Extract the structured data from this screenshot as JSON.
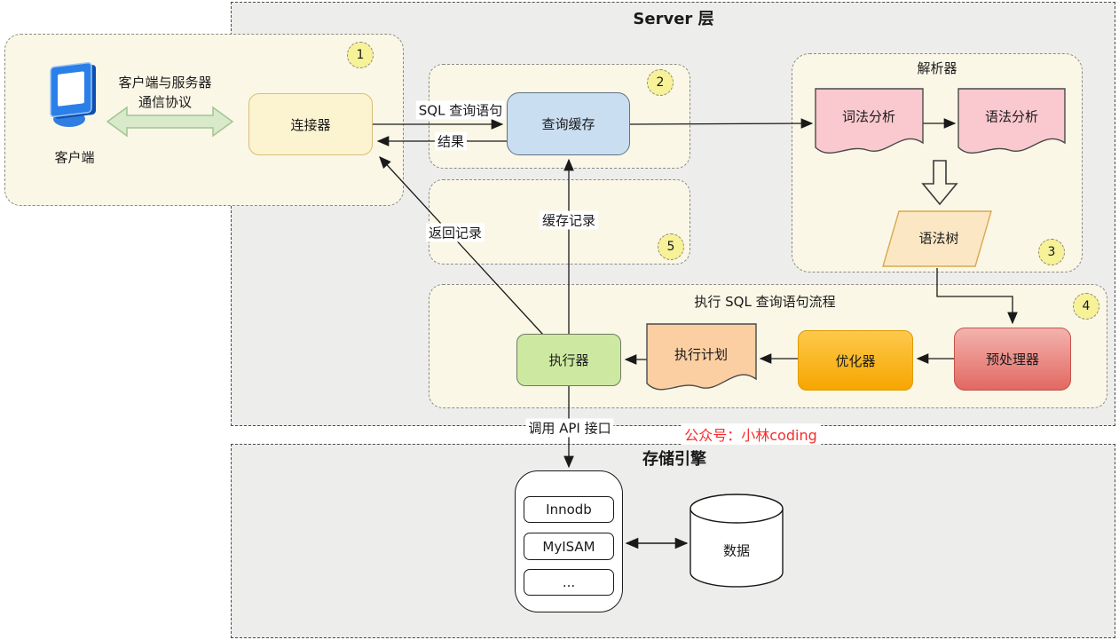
{
  "server_layer": {
    "title": "Server 层"
  },
  "storage_layer": {
    "title": "存储引擎"
  },
  "watermark": "公众号：小林coding",
  "badges": [
    "1",
    "2",
    "3",
    "4",
    "5"
  ],
  "client_group": {
    "client_label": "客户端",
    "protocol_line1": "客户端与服务器",
    "protocol_line2": "通信协议",
    "connector": "连接器"
  },
  "query_cache_group": {
    "node": "查询缓存"
  },
  "parser_group": {
    "title": "解析器",
    "lexical": "词法分析",
    "syntax": "语法分析",
    "syntax_tree": "语法树"
  },
  "exec_flow_group": {
    "title": "执行 SQL 查询语句流程",
    "executor": "执行器",
    "exec_plan": "执行计划",
    "optimizer": "优化器",
    "preprocessor": "预处理器"
  },
  "edge_labels": {
    "sql_query": "SQL 查询语句",
    "result": "结果",
    "return_record": "返回记录",
    "cache_record": "缓存记录",
    "api_call": "调用 API 接口"
  },
  "storage": {
    "engines": [
      "Innodb",
      "MyISAM",
      "..."
    ],
    "data": "数据"
  },
  "colors": {
    "container_fill": "#ededec",
    "group_fill": "#faf7e6",
    "connector_fill": "#fcf3d0",
    "query_cache_fill": "#cadef2",
    "document_pink": "#f9c9cf",
    "syntax_tree_fill": "#fbe7c4",
    "executor_fill": "#cde9a1",
    "exec_plan_fill": "#fbcfa2",
    "optimizer_top": "#fdc94c",
    "optimizer_bottom": "#f7a600",
    "preprocessor_top": "#f3b3ad",
    "preprocessor_bottom": "#e26862",
    "badge_fill": "#f7f298",
    "protocol_arrow_fill": "#d8eac9",
    "watermark_red": "#f92b2b",
    "client_icon_blue": "#2b7fe8"
  }
}
